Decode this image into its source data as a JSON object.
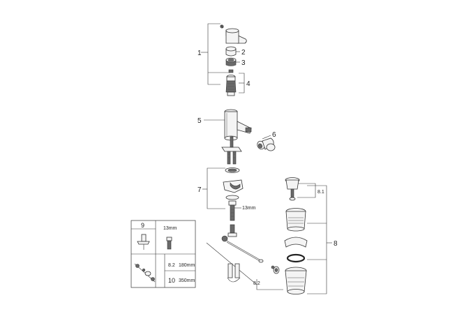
{
  "callouts": {
    "c1": "1",
    "c2": "2",
    "c3": "3",
    "c4": "4",
    "c5": "5",
    "c6": "6",
    "c7": "7",
    "c8": "8",
    "c8_1": "8.1",
    "c8_2": "8.2",
    "c13": "13mm"
  },
  "inset": {
    "n9": "9",
    "n13": "13mm",
    "n82": "8.2",
    "v82": "180mm",
    "n10": "10",
    "v10": "350mm"
  }
}
